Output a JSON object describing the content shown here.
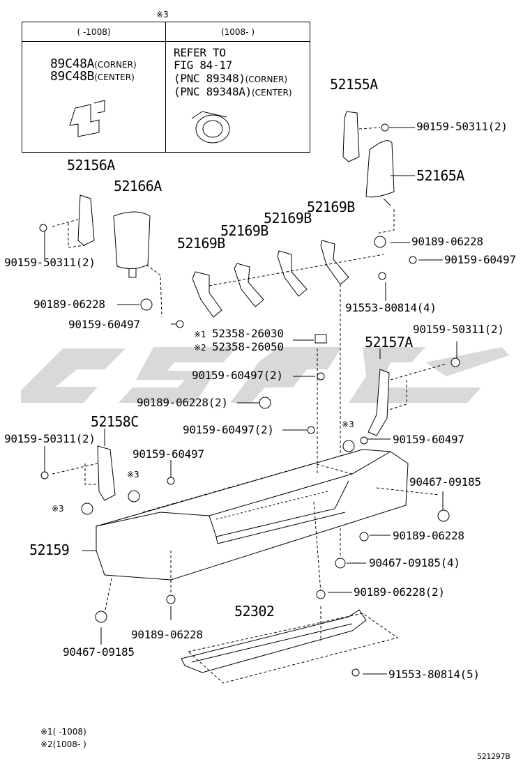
{
  "ref_box": {
    "marker": "※3",
    "col_left_header": "(      -1008)",
    "col_right_header": "(1008-      )",
    "left_parts": [
      {
        "code": "89C48A",
        "note": "(CORNER)"
      },
      {
        "code": "89C48B",
        "note": "(CENTER)"
      }
    ],
    "right_lines": [
      "REFER TO",
      "FIG 84-17"
    ],
    "right_pncs": [
      {
        "text": "(PNC 89348)",
        "note": "(CORNER)"
      },
      {
        "text": "(PNC 89348A)",
        "note": "(CENTER)"
      }
    ]
  },
  "labels": {
    "p52155A": "52155A",
    "p90159_50311_2_top": "90159-50311(2)",
    "p52165A": "52165A",
    "p52156A": "52156A",
    "p52166A": "52166A",
    "p52169B_a": "52169B",
    "p52169B_b": "52169B",
    "p52169B_c": "52169B",
    "p52169B_d": "52169B",
    "p90189_06228_r1": "90189-06228",
    "p90159_60497_r1": "90159-60497",
    "p90159_50311_2_left": "90159-50311(2)",
    "p90189_06228_l1": "90189-06228",
    "p90159_60497_l1": "90159-60497",
    "p91553_80814_4": "91553-80814(4)",
    "m1": "※1",
    "p52358_26030": "52358-26030",
    "m2": "※2",
    "p52358_26050": "52358-26050",
    "p90159_50311_2_right": "90159-50311(2)",
    "p52157A": "52157A",
    "p90159_60497_2_a": "90159-60497(2)",
    "p90189_06228_2_a": "90189-06228(2)",
    "p90159_60497_2_b": "90159-60497(2)",
    "p52158C": "52158C",
    "p90159_50311_2_low": "90159-50311(2)",
    "p90159_60497_mid": "90159-60497",
    "m3_a": "※3",
    "m3_b": "※3",
    "m3_c": "※3",
    "p90159_60497_r2": "90159-60497",
    "p90467_09185_r": "90467-09185",
    "p52159": "52159",
    "p90189_06228_r2": "90189-06228",
    "p90467_09185_4": "90467-09185(4)",
    "p90189_06228_2_b": "90189-06228(2)",
    "p52302": "52302",
    "p90189_06228_bot": "90189-06228",
    "p91553_80814_5": "91553-80814(5)",
    "p90467_09185_bot": "90467-09185"
  },
  "footnotes": {
    "n1_mark": "※1",
    "n1_text": "(      -1008)",
    "n2_mark": "※2",
    "n2_text": "(1008-      )"
  },
  "figure_id": "521297B",
  "colors": {
    "line": "#000000",
    "watermark": "#d9d9d9",
    "background": "#ffffff"
  }
}
